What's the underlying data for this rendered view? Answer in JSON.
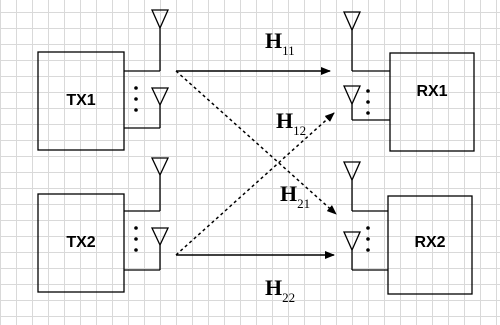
{
  "transmitters": [
    {
      "label": "TX1"
    },
    {
      "label": "TX2"
    }
  ],
  "receivers": [
    {
      "label": "RX1"
    },
    {
      "label": "RX2"
    }
  ],
  "channels": [
    {
      "symbol": "H",
      "subscript": "11"
    },
    {
      "symbol": "H",
      "subscript": "12"
    },
    {
      "symbol": "H",
      "subscript": "21"
    },
    {
      "symbol": "H",
      "subscript": "22"
    }
  ],
  "colors": {
    "line": "#000000",
    "grid": "#d9d9d9",
    "background": "#ffffff"
  }
}
